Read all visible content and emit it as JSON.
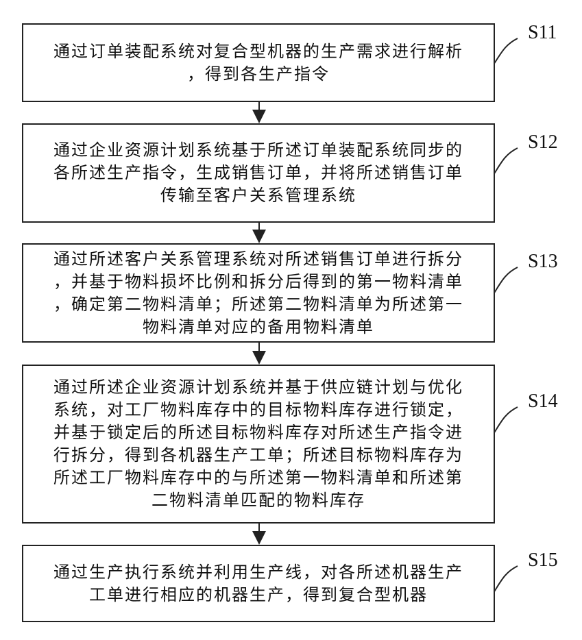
{
  "steps": [
    {
      "id": "S11",
      "text": "通过订单装配系统对复合型机器的生产需求进行解析\n，得到各生产指令"
    },
    {
      "id": "S12",
      "text": "通过企业资源计划系统基于所述订单装配系统同步的\n各所述生产指令，生成销售订单，并将所述销售订单\n传输至客户关系管理系统"
    },
    {
      "id": "S13",
      "text": "通过所述客户关系管理系统对所述销售订单进行拆分\n，并基于物料损坏比例和拆分后得到的第一物料清单\n，确定第二物料清单；所述第二物料清单为所述第一\n物料清单对应的备用物料清单"
    },
    {
      "id": "S14",
      "text": "通过所述企业资源计划系统并基于供应链计划与优化\n系统，对工厂物料库存中的目标物料库存进行锁定，\n并基于锁定后的所述目标物料库存对所述生产指令进\n行拆分，得到各机器生产工单；所述目标物料库存为\n所述工厂物料库存中的与所述第一物料清单和所述第\n二物料清单匹配的物料库存"
    },
    {
      "id": "S15",
      "text": "通过生产执行系统并利用生产线，对各所述机器生产\n工单进行相应的机器生产，得到复合型机器"
    }
  ]
}
